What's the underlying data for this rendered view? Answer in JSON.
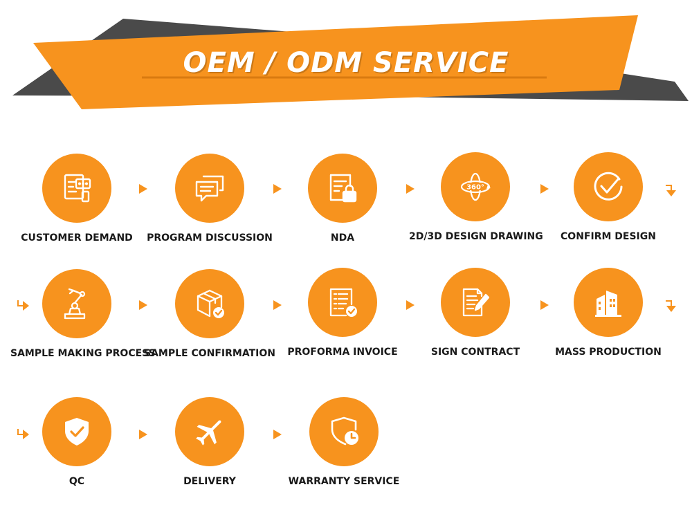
{
  "title": "OEM / ODM SERVICE",
  "colors": {
    "accent": "#F7931E",
    "dark": "#4a4a4a",
    "text": "#1a1a1a"
  },
  "steps": [
    {
      "label": "CUSTOMER DEMAND",
      "icon": "document-chat-icon"
    },
    {
      "label": "PROGRAM DISCUSSION",
      "icon": "chat-bubbles-icon"
    },
    {
      "label": "NDA",
      "icon": "document-lock-icon"
    },
    {
      "label": "2D/3D DESIGN DRAWING",
      "icon": "rotate-360-icon"
    },
    {
      "label": "CONFIRM DESIGN",
      "icon": "checkmark-circle-icon"
    },
    {
      "label": "SAMPLE MAKING PROCESS",
      "icon": "robot-arm-icon"
    },
    {
      "label": "SAMPLE CONFIRMATION",
      "icon": "box-check-icon"
    },
    {
      "label": "PROFORMA INVOICE",
      "icon": "invoice-check-icon"
    },
    {
      "label": "SIGN CONTRACT",
      "icon": "contract-pen-icon"
    },
    {
      "label": "MASS PRODUCTION",
      "icon": "factory-building-icon"
    },
    {
      "label": "QC",
      "icon": "shield-check-icon"
    },
    {
      "label": "DELIVERY",
      "icon": "airplane-icon"
    },
    {
      "label": "WARRANTY SERVICE",
      "icon": "shield-clock-icon"
    }
  ]
}
